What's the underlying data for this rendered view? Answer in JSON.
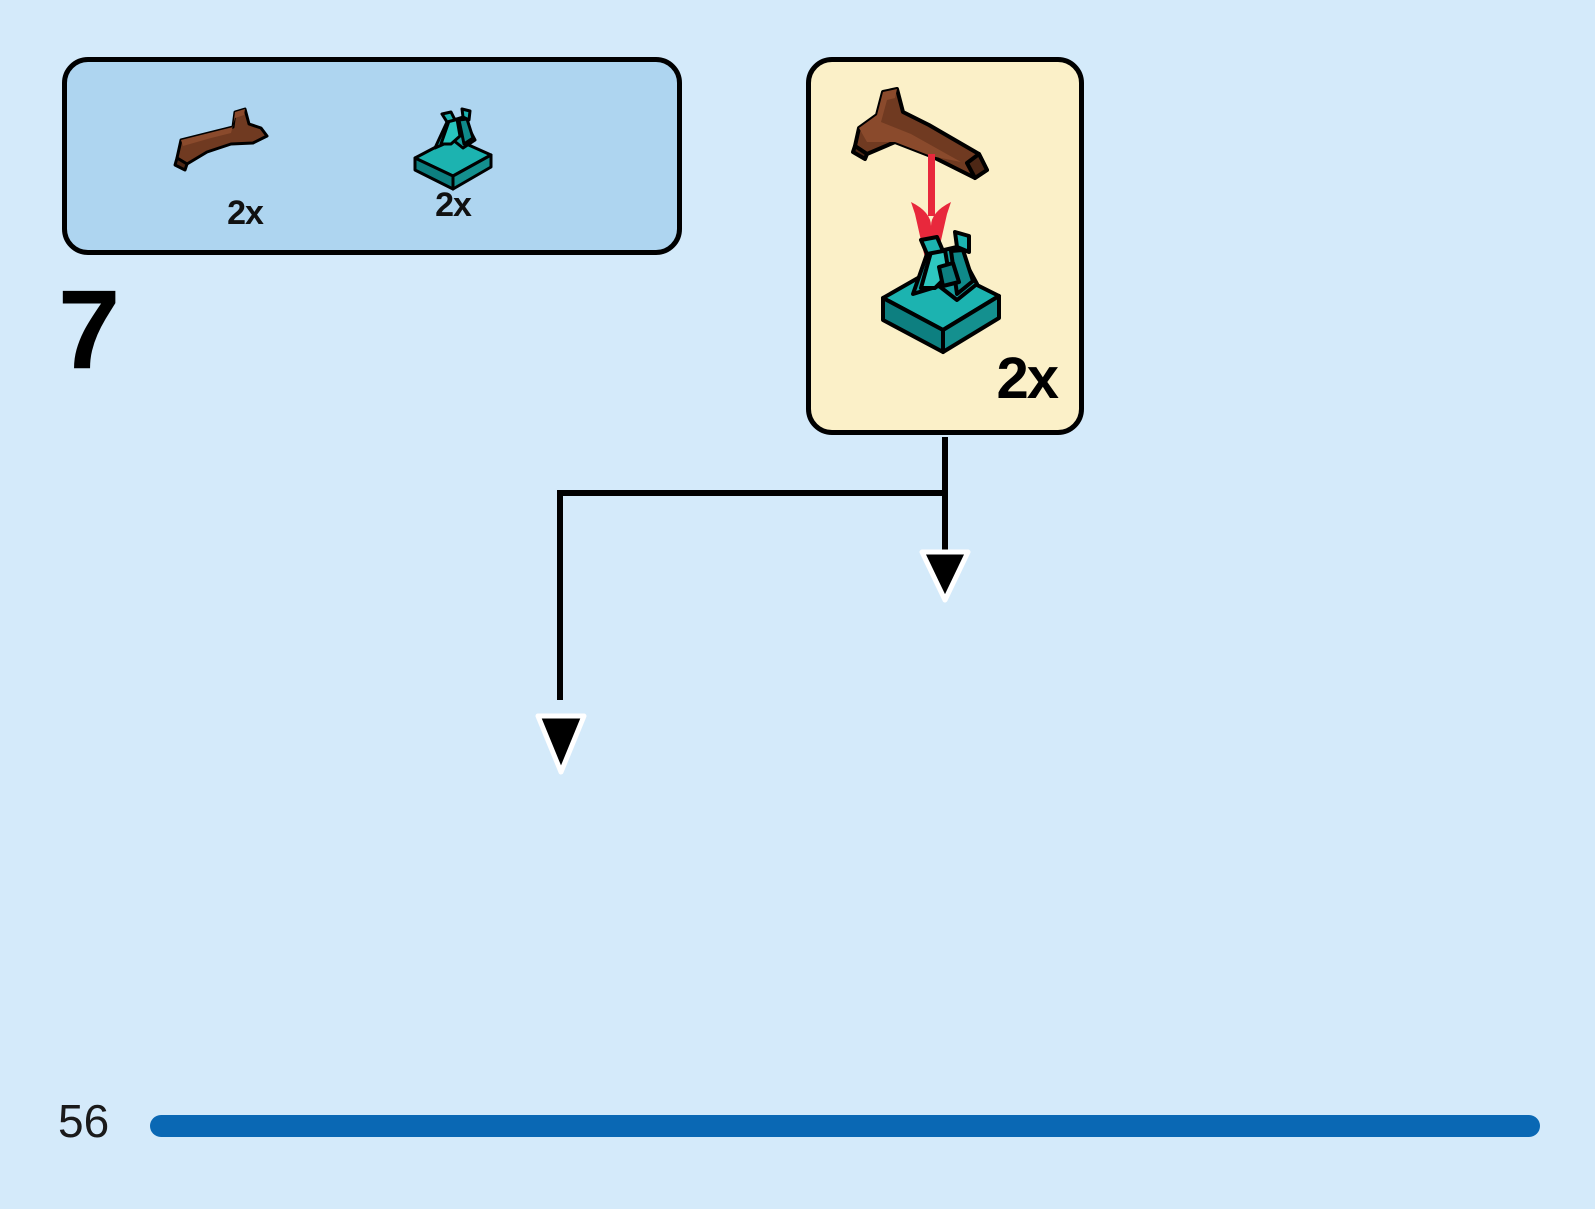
{
  "page": {
    "number": "56",
    "step_number": "7",
    "background_color": "#d4eafa",
    "footer_bar_color": "#0a68b4"
  },
  "parts_box": {
    "name": "parts-callout",
    "fill_color": "#aed5f0",
    "border_color": "#000000",
    "parts": [
      {
        "icon": "brown-branch-piece",
        "quantity": "2x",
        "color": "#703a21"
      },
      {
        "icon": "teal-clip-tile-piece",
        "quantity": "2x",
        "color": "#16a0a0"
      }
    ]
  },
  "subassembly_box": {
    "name": "subassembly-callout",
    "fill_color": "#fbf0c8",
    "border_color": "#000000",
    "quantity": "2x",
    "arrow_color": "#e8283c",
    "parts": [
      {
        "icon": "brown-branch-piece",
        "color": "#703a21"
      },
      {
        "icon": "teal-clip-tile-piece",
        "color": "#16a0a0"
      }
    ]
  },
  "model": {
    "name": "lego-build-model",
    "baseplate_color": "#16a0a0",
    "plate_color": "#ffffff",
    "accent_grey": "#6e7375",
    "branch_color": "#703a21",
    "placement_arrows": [
      {
        "target": "left-clip-branch-assembly"
      },
      {
        "target": "right-clip-branch-assembly"
      }
    ]
  },
  "colors": {
    "background": "#d4eafa",
    "parts_box": "#aed5f0",
    "subassembly_box": "#fbf0c8",
    "teal": "#16a0a0",
    "teal_dark": "#0d7f80",
    "brown": "#703a21",
    "brown_dark": "#4d2715",
    "red_arrow": "#e8283c",
    "white": "#ffffff",
    "grey": "#6e7375",
    "footer_blue": "#0a68b4",
    "outline": "#000000"
  }
}
